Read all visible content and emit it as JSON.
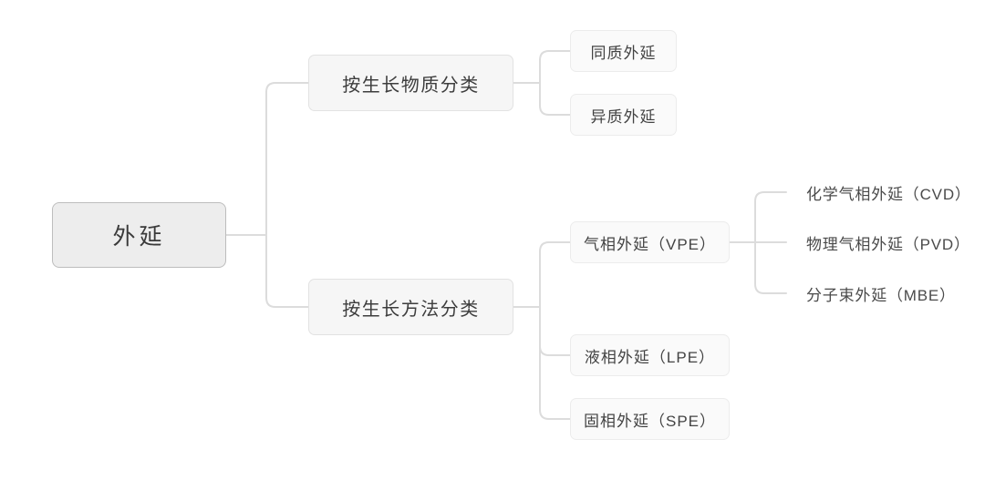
{
  "diagram": {
    "type": "mind-map",
    "orientation": "left-to-right",
    "background_color": "#ffffff",
    "line_color": "#dcdcdc",
    "root": {
      "label": "外延",
      "fill": "#ededed",
      "border": "#bdbdbd"
    },
    "branches": [
      {
        "label": "按生长物质分类",
        "fill": "#f6f6f6",
        "border": "#e2e2e2",
        "children": [
          {
            "label": "同质外延",
            "fill": "#fafafa",
            "border": "#ececec",
            "children": []
          },
          {
            "label": "异质外延",
            "fill": "#fafafa",
            "border": "#ececec",
            "children": []
          }
        ]
      },
      {
        "label": "按生长方法分类",
        "fill": "#f6f6f6",
        "border": "#e2e2e2",
        "children": [
          {
            "label": "气相外延（VPE）",
            "fill": "#fafafa",
            "border": "#ececec",
            "children": [
              {
                "label": "化学气相外延（CVD）"
              },
              {
                "label": "物理气相外延（PVD）"
              },
              {
                "label": "分子束外延（MBE）"
              }
            ]
          },
          {
            "label": "液相外延（LPE）",
            "fill": "#fafafa",
            "border": "#ececec",
            "children": []
          },
          {
            "label": "固相外延（SPE）",
            "fill": "#fafafa",
            "border": "#ececec",
            "children": []
          }
        ]
      }
    ]
  },
  "nodes": {
    "root": "外延",
    "branch_substance": "按生长物质分类",
    "branch_method": "按生长方法分类",
    "homoepitaxy": "同质外延",
    "heteroepitaxy": "异质外延",
    "vpe": "气相外延（VPE）",
    "lpe": "液相外延（LPE）",
    "spe": "固相外延（SPE）",
    "cvd": "化学气相外延（CVD）",
    "pvd": "物理气相外延（PVD）",
    "mbe": "分子束外延（MBE）"
  }
}
